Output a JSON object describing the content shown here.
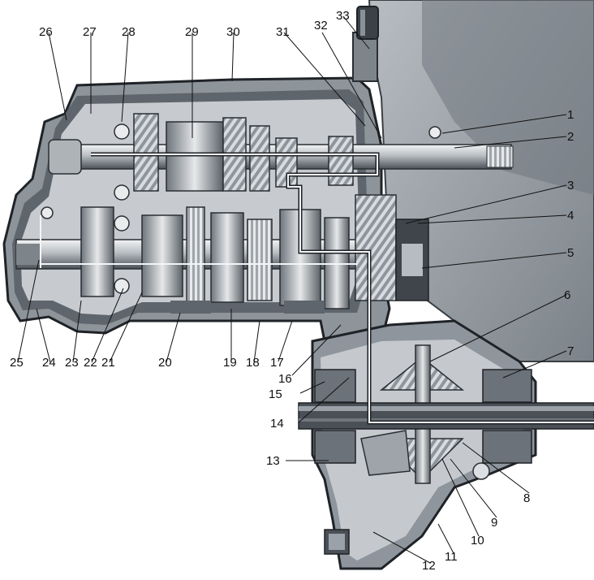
{
  "colors": {
    "background": "#ffffff",
    "housing_dark": "#2b2f33",
    "housing_mid": "#5d646b",
    "housing_light": "#9aa1a8",
    "cutaway_face": "#c9cdd1",
    "metal_light": "#e4e6e8",
    "shaft_dark": "#3a3f44",
    "label_ink": "#111111"
  },
  "callouts": [
    {
      "id": "1",
      "text": "1"
    },
    {
      "id": "2",
      "text": "2"
    },
    {
      "id": "3",
      "text": "3"
    },
    {
      "id": "4",
      "text": "4"
    },
    {
      "id": "5",
      "text": "5"
    },
    {
      "id": "6",
      "text": "6"
    },
    {
      "id": "7",
      "text": "7"
    },
    {
      "id": "8",
      "text": "8"
    },
    {
      "id": "9",
      "text": "9"
    },
    {
      "id": "10",
      "text": "10"
    },
    {
      "id": "11",
      "text": "11"
    },
    {
      "id": "12",
      "text": "12"
    },
    {
      "id": "13",
      "text": "13"
    },
    {
      "id": "14",
      "text": "14"
    },
    {
      "id": "15",
      "text": "15"
    },
    {
      "id": "16",
      "text": "16"
    },
    {
      "id": "17",
      "text": "17"
    },
    {
      "id": "18",
      "text": "18"
    },
    {
      "id": "19",
      "text": "19"
    },
    {
      "id": "20",
      "text": "20"
    },
    {
      "id": "21",
      "text": "21"
    },
    {
      "id": "22",
      "text": "22"
    },
    {
      "id": "23",
      "text": "23"
    },
    {
      "id": "24",
      "text": "24"
    },
    {
      "id": "25",
      "text": "25"
    },
    {
      "id": "26",
      "text": "26"
    },
    {
      "id": "27",
      "text": "27"
    },
    {
      "id": "28",
      "text": "28"
    },
    {
      "id": "29",
      "text": "29"
    },
    {
      "id": "30",
      "text": "30"
    },
    {
      "id": "31",
      "text": "31"
    },
    {
      "id": "32",
      "text": "32"
    },
    {
      "id": "33",
      "text": "33"
    }
  ]
}
